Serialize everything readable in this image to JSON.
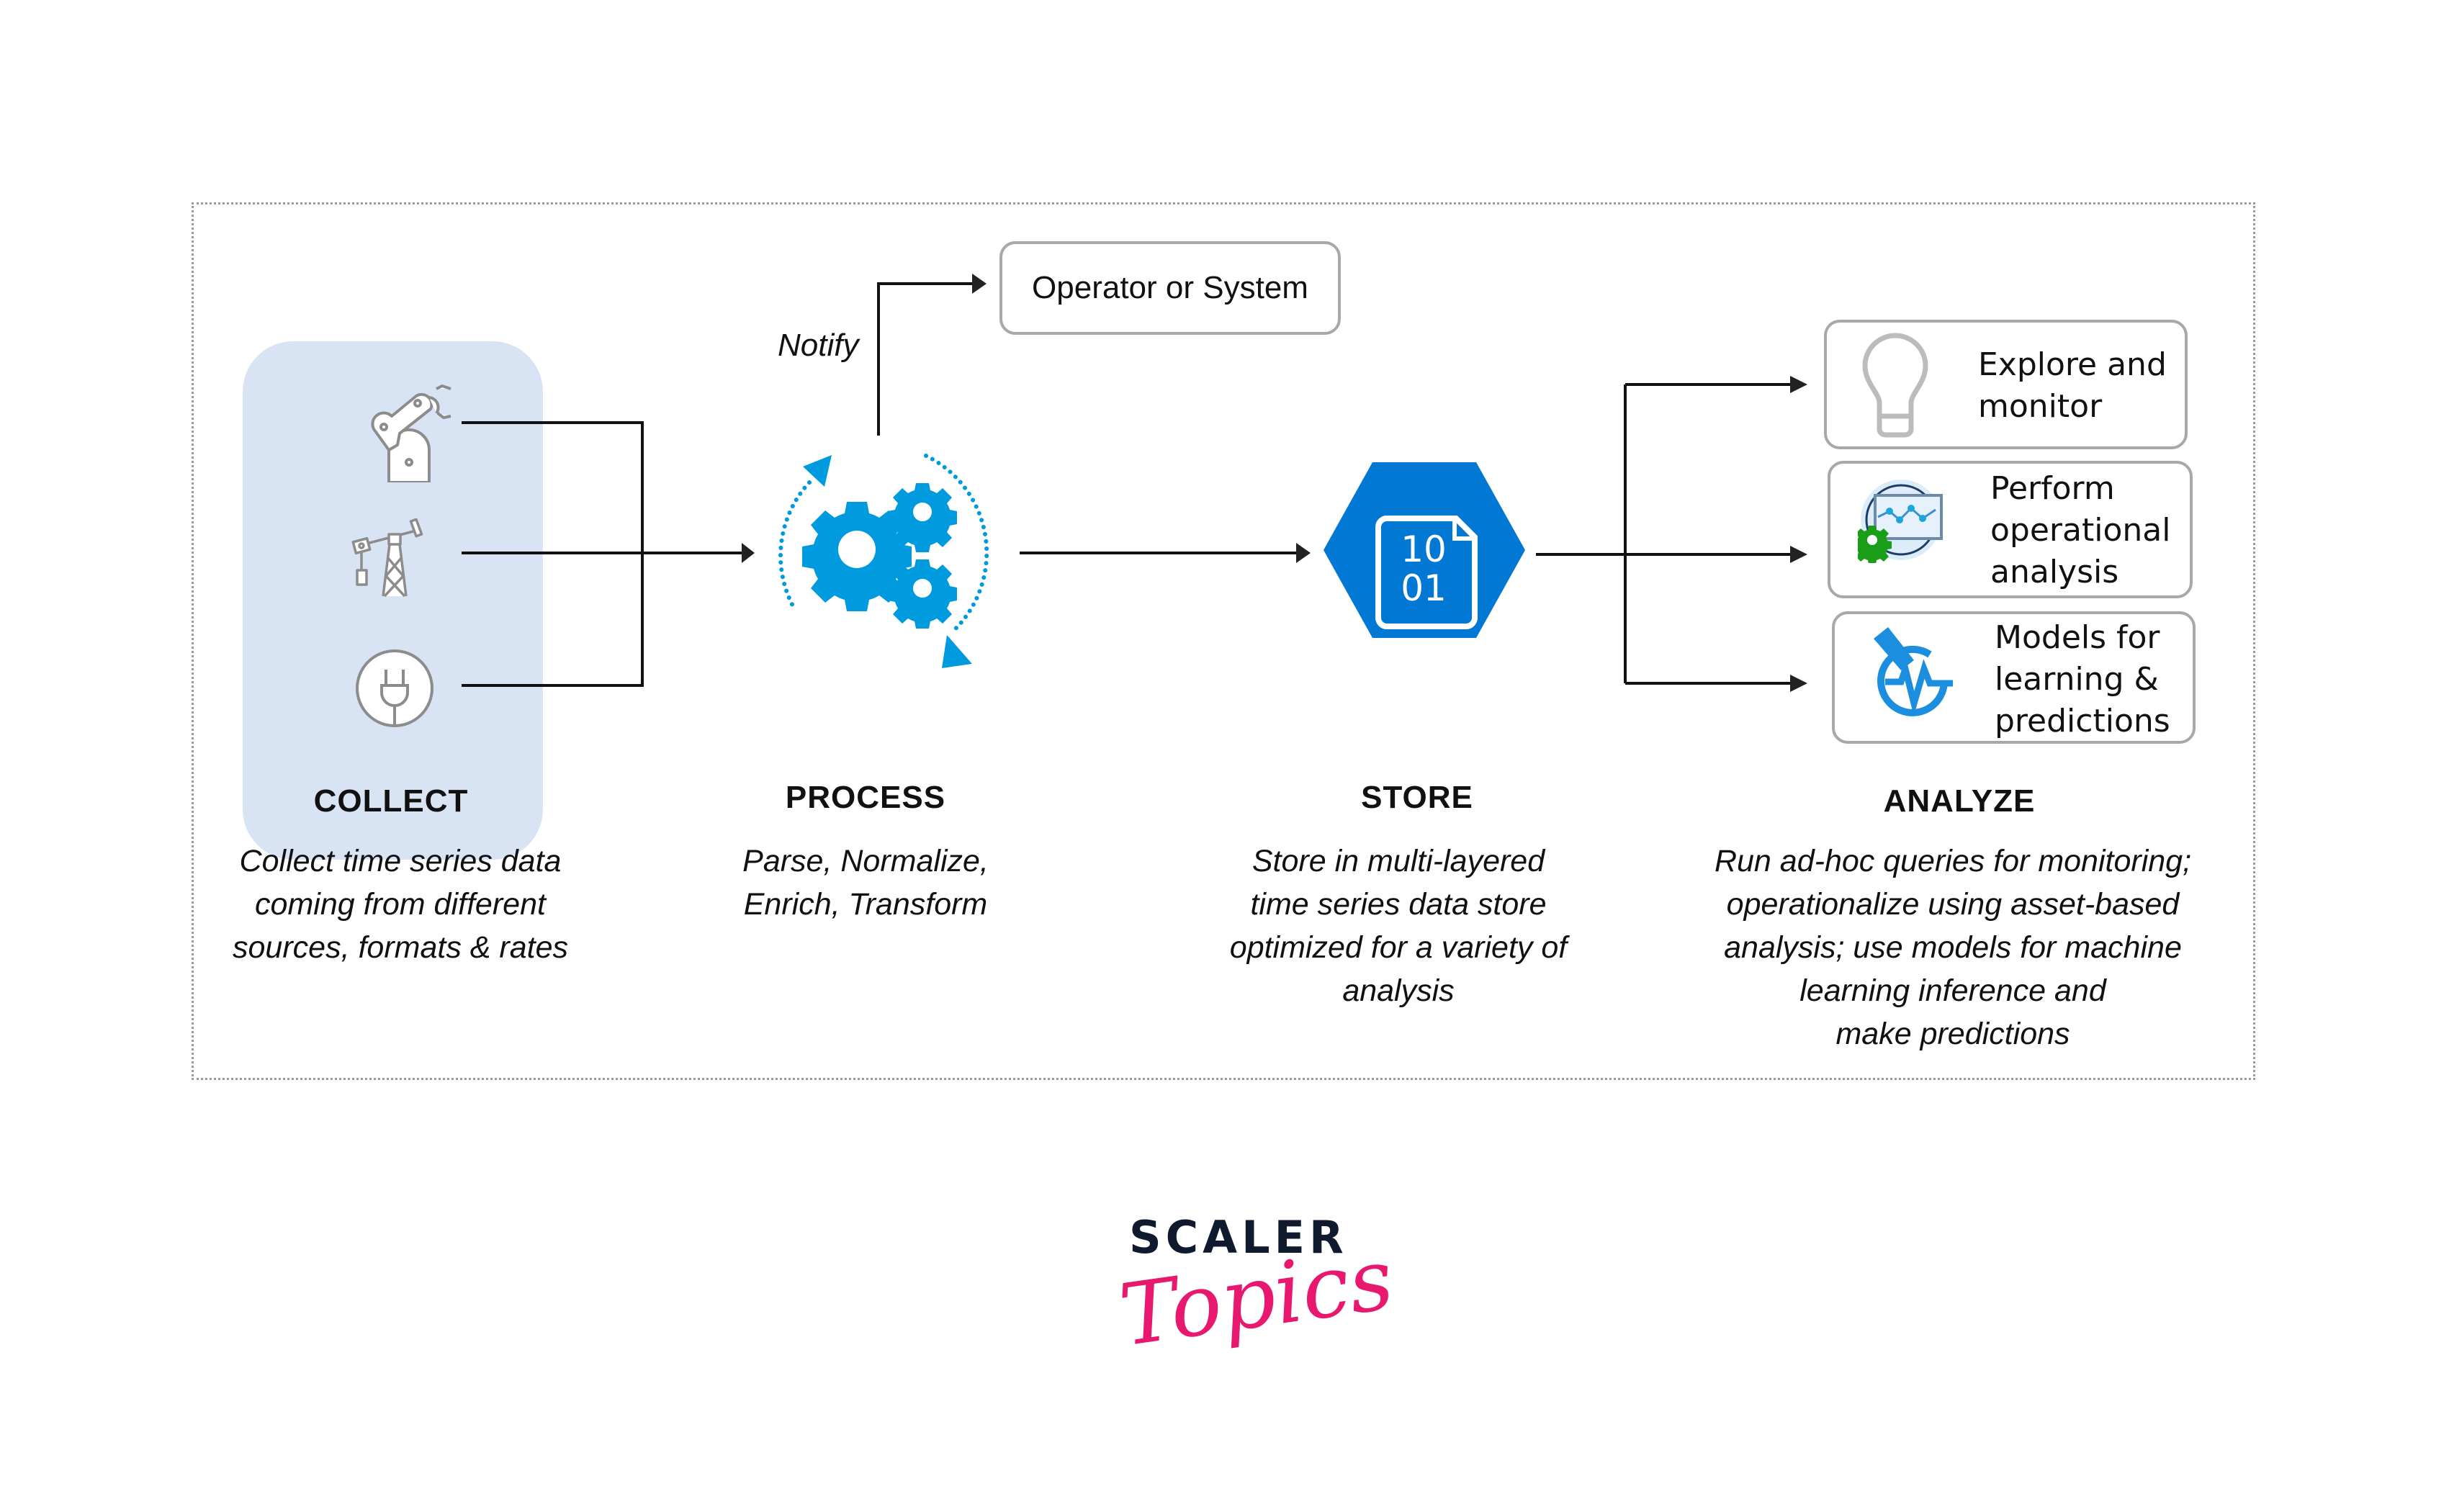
{
  "colors": {
    "collect_panel": "#d8e4f4",
    "process_blue": "#009ade",
    "store_blue": "#0078d4",
    "icon_gray": "#8c8c8c",
    "box_border": "#a8a8a8",
    "logo_dark": "#0f1a2e",
    "logo_pink": "#e8186f",
    "green_gear": "#1a9e1a"
  },
  "collect": {
    "heading": "COLLECT",
    "description": [
      "Collect time series data",
      "coming from different",
      "sources, formats & rates"
    ],
    "sources": [
      {
        "icon": "robot-arm-icon"
      },
      {
        "icon": "oil-pump-icon"
      },
      {
        "icon": "power-plug-icon"
      }
    ]
  },
  "process": {
    "heading": "PROCESS",
    "description": [
      "Parse, Normalize,",
      "Enrich, Transform"
    ],
    "icon": "gears-cycle-icon",
    "notify_label": "Notify",
    "notify_target": "Operator or System"
  },
  "store": {
    "heading": "STORE",
    "description": [
      "Store in multi-layered",
      "time series data store",
      "optimized for a variety of",
      "analysis"
    ],
    "icon": "binary-file-hexagon-icon",
    "icon_text": [
      "10",
      "01"
    ]
  },
  "analyze": {
    "heading": "ANALYZE",
    "description": [
      "Run ad-hoc queries for monitoring;",
      "operationalize using asset-based",
      "analysis; use models for machine",
      "learning inference and",
      "make predictions"
    ],
    "outputs": [
      {
        "icon": "lightbulb-icon",
        "lines": [
          "Explore and",
          "monitor"
        ]
      },
      {
        "icon": "operational-analysis-icon",
        "lines": [
          "Perform",
          "operational",
          "analysis"
        ]
      },
      {
        "icon": "ml-model-icon",
        "lines": [
          "Models for",
          "learning &",
          "predictions"
        ]
      }
    ]
  },
  "logo": {
    "brand": "SCALER",
    "sub": "Topics"
  }
}
